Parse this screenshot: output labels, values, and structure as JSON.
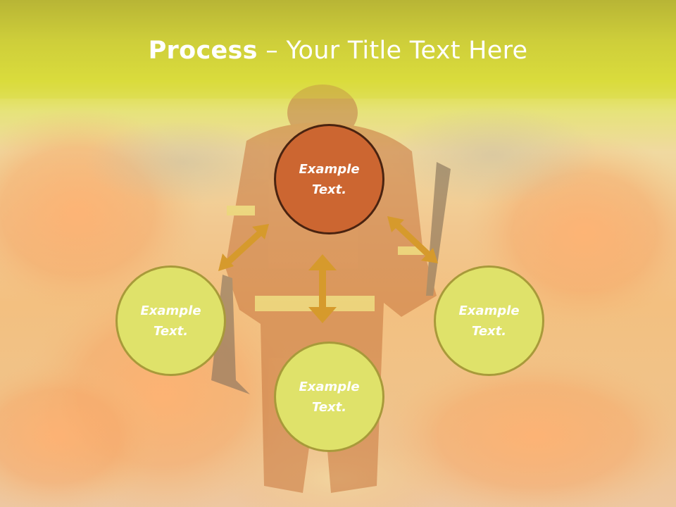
{
  "title": {
    "bold": "Process",
    "rest": " – Your Title Text Here"
  },
  "nodes": {
    "top": {
      "line1": "Example",
      "line2": "Text."
    },
    "left": {
      "line1": "Example",
      "line2": "Text."
    },
    "right": {
      "line1": "Example",
      "line2": "Text."
    },
    "bottom": {
      "line1": "Example",
      "line2": "Text."
    }
  },
  "colors": {
    "accent": "#cc6631",
    "node": "#dfe26a",
    "arrow": "#d69a2c",
    "band": "#d8d93c"
  }
}
